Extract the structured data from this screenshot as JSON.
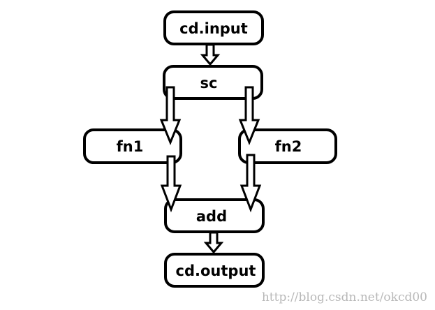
{
  "nodes": {
    "input": "cd.input",
    "sc": "sc",
    "fn1": "fn1",
    "fn2": "fn2",
    "add": "add",
    "output": "cd.output"
  },
  "watermark": "http://blog.csdn.net/okcd00",
  "colors": {
    "stroke": "#000000",
    "fill": "#ffffff",
    "watermark": "#b8b8b8"
  }
}
